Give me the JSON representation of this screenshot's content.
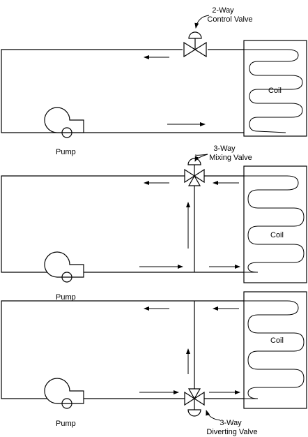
{
  "panels": [
    {
      "valve_label": [
        "2-Way",
        "Control Valve"
      ],
      "coil_label": "Coil",
      "pump_label": "Pump"
    },
    {
      "valve_label": [
        "3-Way",
        "Mixing Valve"
      ],
      "coil_label": "Coil",
      "pump_label": "Pump"
    },
    {
      "valve_label": [
        "3-Way",
        "Diverting Valve"
      ],
      "coil_label": "Coil",
      "pump_label": "Pump"
    }
  ]
}
